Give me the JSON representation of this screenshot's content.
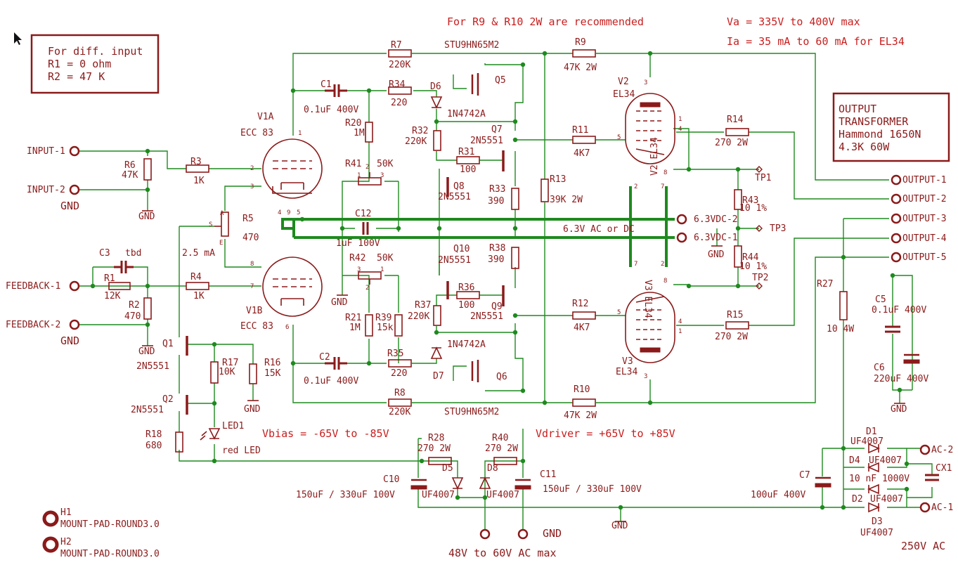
{
  "notes": {
    "r9_r10": "For R9 & R10 2W are recommended",
    "va": "Va = 335V to 400V max",
    "ia": "Ia = 35 mA to 60 mA for EL34",
    "vbias": "Vbias = -65V to -85V",
    "vdriver": "Vdriver = +65V to +85V",
    "ac_in": "48V to 60V AC max",
    "hv_ac": "250V AC",
    "heater": "6.3V AC or DC"
  },
  "diff_box": {
    "l1": "For diff. input",
    "l2": "R1 = 0 ohm",
    "l3": "R2 = 47 K"
  },
  "transformer_box": {
    "l1": "OUTPUT",
    "l2": "TRANSFORMER",
    "l3": "Hammond 1650N",
    "l4": "4.3K 60W"
  },
  "connectors": {
    "input1": "INPUT-1",
    "input2": "INPUT-2",
    "gnd_in": "GND",
    "fb1": "FEEDBACK-1",
    "fb2": "FEEDBACK-2",
    "gnd_fb": "GND",
    "out1": "OUTPUT-1",
    "out2": "OUTPUT-2",
    "out3": "OUTPUT-3",
    "out4": "OUTPUT-4",
    "out5": "OUTPUT-5",
    "h2": "6.3VDC-2",
    "h1": "6.3VDC-1",
    "tp1": "TP1",
    "tp2": "TP2",
    "tp3": "TP3",
    "ac1": "AC-1",
    "ac2": "AC-2",
    "gnd_bot": "GND"
  },
  "mount": {
    "h1": "H1",
    "h2": "H2",
    "pad1": "MOUNT-PAD-ROUND3.0",
    "pad2": "MOUNT-PAD-ROUND3.0"
  },
  "gnd_label": "GND",
  "parts": {
    "r1": {
      "n": "R1",
      "v": "12K"
    },
    "r2": {
      "n": "R2",
      "v": "470"
    },
    "r3": {
      "n": "R3",
      "v": "1K"
    },
    "r4": {
      "n": "R4",
      "v": "1K"
    },
    "r5": {
      "n": "R5",
      "v": "470"
    },
    "r6": {
      "n": "R6",
      "v": "47K"
    },
    "r7": {
      "n": "R7",
      "v": "220K"
    },
    "r8": {
      "n": "R8",
      "v": "220K"
    },
    "r9": {
      "n": "R9",
      "v": "47K 2W"
    },
    "r10": {
      "n": "R10",
      "v": "47K 2W"
    },
    "r11": {
      "n": "R11",
      "v": "4K7"
    },
    "r12": {
      "n": "R12",
      "v": "4K7"
    },
    "r13": {
      "n": "R13",
      "v": "39K 2W"
    },
    "r14": {
      "n": "R14",
      "v": "270 2W"
    },
    "r15": {
      "n": "R15",
      "v": "270 2W"
    },
    "r16": {
      "n": "R16",
      "v": "15K"
    },
    "r17": {
      "n": "R17",
      "v": "10K"
    },
    "r18": {
      "n": "R18",
      "v": "680"
    },
    "r20": {
      "n": "R20",
      "v": "1M"
    },
    "r21": {
      "n": "R21",
      "v": "1M"
    },
    "r27": {
      "n": "R27",
      "v": "10 4W"
    },
    "r28": {
      "n": "R28",
      "v": "270 2W"
    },
    "r31": {
      "n": "R31",
      "v": "100"
    },
    "r32": {
      "n": "R32",
      "v": "220K"
    },
    "r33": {
      "n": "R33",
      "v": "390"
    },
    "r34": {
      "n": "R34",
      "v": "220"
    },
    "r35": {
      "n": "R35",
      "v": "220"
    },
    "r36": {
      "n": "R36",
      "v": "100"
    },
    "r37": {
      "n": "R37",
      "v": "220K"
    },
    "r38": {
      "n": "R38",
      "v": "390"
    },
    "r39": {
      "n": "R39",
      "v": "15k"
    },
    "r40": {
      "n": "R40",
      "v": "270 2W"
    },
    "r41": {
      "n": "R41",
      "v": "50K"
    },
    "r42": {
      "n": "R42",
      "v": "50K"
    },
    "r43": {
      "n": "R43",
      "v": "10 1%"
    },
    "r44": {
      "n": "R44",
      "v": "10 1%"
    },
    "c1": {
      "n": "C1",
      "v": "0.1uF 400V"
    },
    "c2": {
      "n": "C2",
      "v": "0.1uF 400V"
    },
    "c3": {
      "n": "C3",
      "v": "tbd"
    },
    "c5": {
      "n": "C5",
      "v": "0.1uF 400V"
    },
    "c6": {
      "n": "C6",
      "v": "220uF 400V"
    },
    "c7": {
      "n": "C7",
      "v": "100uF 400V"
    },
    "c10": {
      "n": "C10",
      "v": "150uF / 330uF 100V"
    },
    "c11": {
      "n": "C11",
      "v": "150uF / 330uF 100V"
    },
    "c12": {
      "n": "C12",
      "v": "1uF 100V"
    },
    "cx1": {
      "n": "CX1",
      "v": "10 nF 1000V"
    },
    "d1": {
      "n": "D1",
      "v": "UF4007"
    },
    "d2": {
      "n": "D2",
      "v": "UF4007"
    },
    "d3": {
      "n": "D3",
      "v": "UF4007"
    },
    "d4": {
      "n": "D4",
      "v": "UF4007"
    },
    "d5": {
      "n": "D5",
      "v": "UF4007"
    },
    "d6": {
      "n": "D6",
      "v": "1N4742A"
    },
    "d7": {
      "n": "D7",
      "v": "1N4742A"
    },
    "d8": {
      "n": "D8",
      "v": "UF4007"
    },
    "led1": {
      "n": "LED1",
      "v": "red  LED"
    },
    "led_current": "2.5 mA",
    "q1": {
      "n": "Q1",
      "v": "2N5551"
    },
    "q2": {
      "n": "Q2",
      "v": "2N5551"
    },
    "q5": {
      "n": "Q5",
      "v": "STU9HN65M2"
    },
    "q6": {
      "n": "Q6",
      "v": "STU9HN65M2"
    },
    "q7": {
      "n": "Q7",
      "v": "2N5551"
    },
    "q8": {
      "n": "Q8",
      "v": "2N5551"
    },
    "q9": {
      "n": "Q9",
      "v": "2N5551"
    },
    "q10": {
      "n": "Q10",
      "v": "2N5551"
    },
    "v1a": {
      "n": "V1A",
      "v": "ECC 83"
    },
    "v1b": {
      "n": "V1B",
      "v": "ECC 83"
    },
    "v2": {
      "n": "V2",
      "v": "EL34"
    },
    "v3": {
      "n": "V3",
      "v": "EL34"
    },
    "v2rot": "V2 EL34",
    "v3rot": "V3 EL34"
  },
  "pins": {
    "v1a_1": "1",
    "v1a_2": "2",
    "v1a_3": "3",
    "v1a_4": "4",
    "v1a_9": "9",
    "v1a_5": "5",
    "v1b_6": "6",
    "v1b_7": "7",
    "v1b_8": "8",
    "v2_1": "1",
    "v2_3": "3",
    "v2_4": "4",
    "v2_5": "5",
    "v2_8": "8",
    "v2_2": "2",
    "v2_7": "7",
    "v3_1": "1",
    "v3_3": "3",
    "v3_4": "4",
    "v3_5": "5",
    "v3_8": "8",
    "v3_2": "2",
    "v3_7": "7",
    "r41_1": "1",
    "r41_2": "2",
    "r41_3": "3",
    "r42_1": "1",
    "r42_2": "2",
    "r42_3": "3",
    "r5_s": "S",
    "r5_a": "A",
    "r5_e": "E"
  }
}
